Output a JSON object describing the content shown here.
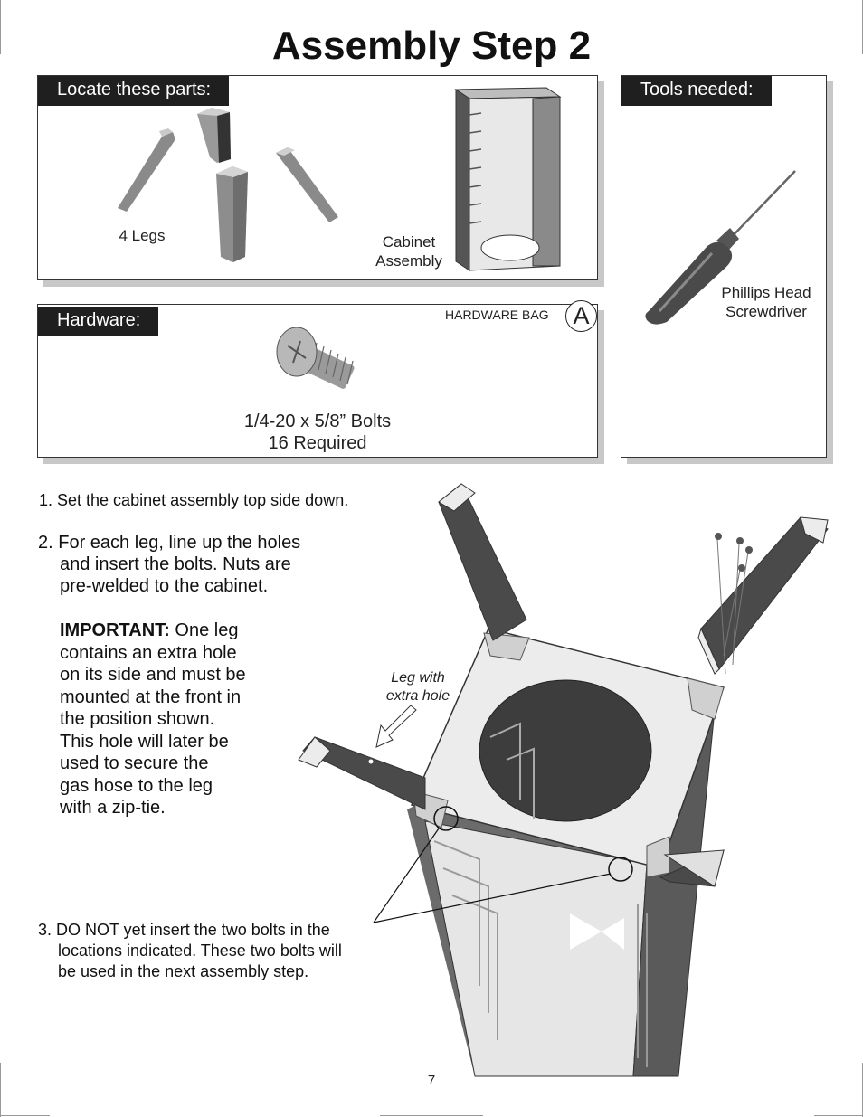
{
  "page": {
    "title": "Assembly Step 2",
    "page_number": "7"
  },
  "parts": {
    "tab": "Locate these parts:",
    "legs_label": "4 Legs",
    "cabinet_label_line1": "Cabinet",
    "cabinet_label_line2": "Assembly"
  },
  "tools": {
    "tab": "Tools needed:",
    "tool_line1": "Phillips Head",
    "tool_line2": "Screwdriver"
  },
  "hardware": {
    "tab": "Hardware:",
    "bag_label": "HARDWARE BAG",
    "bag_letter": "A",
    "bolt_line1": "1/4-20 x 5/8” Bolts",
    "bolt_line2": "16 Required"
  },
  "instructions": {
    "step1": "1. Set the cabinet assembly top side down.",
    "step2_line1": "2. For each leg, line up the holes",
    "step2_line2": "and insert the bolts. Nuts are",
    "step2_line3": "pre-welded to the cabinet.",
    "important_label": "IMPORTANT:",
    "important_lines": [
      "One leg",
      "contains an extra hole",
      "on its side and must be",
      "mounted at the front in",
      "the position shown.",
      "This hole will later be",
      "used to secure the",
      "gas hose to the leg",
      "with a zip-tie."
    ],
    "step3_line1": "3. DO NOT yet insert the two bolts in the",
    "step3_line2": "locations indicated. These two bolts will",
    "step3_line3": "be used in the next assembly step."
  },
  "callout": {
    "line1": "Leg with",
    "line2": "extra hole"
  }
}
